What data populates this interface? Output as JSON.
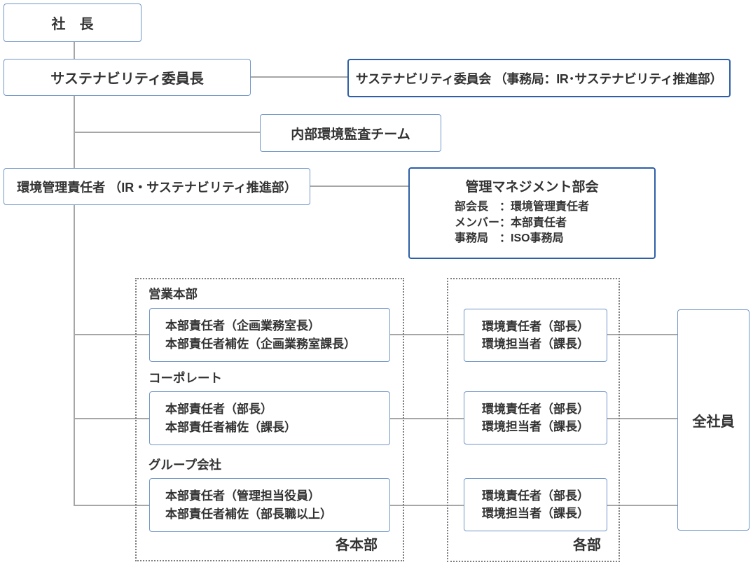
{
  "nodes": {
    "president": "社　長",
    "chair": "サステナビリティ委員長",
    "committee": "サステナビリティ委員会 （事務局：IR･サステナビリティ推進部）",
    "audit_team": "内部環境監査チーム",
    "env_manager": "環境管理責任者 （IR・サステナビリティ推進部）",
    "subcommittee_title": "管理マネジメント部会",
    "subcommittee_lines": [
      "部会長　：環境管理責任者",
      "メンバー：本部責任者",
      "事務局　：ISO事務局"
    ],
    "all_employees": "全社員"
  },
  "groups": [
    {
      "label": "営業本部",
      "hq_line1": "本部責任者（企画業務室長）",
      "hq_line2": "本部責任者補佐（企画業務室課長）",
      "env_line1": "環境責任者（部長）",
      "env_line2": "環境担当者（課長）"
    },
    {
      "label": "コーポレート",
      "hq_line1": "本部責任者（部長）",
      "hq_line2": "本部責任者補佐（課長）",
      "env_line1": "環境責任者（部長）",
      "env_line2": "環境担当者（課長）"
    },
    {
      "label": "グループ会社",
      "hq_line1": "本部責任者（管理担当役員）",
      "hq_line2": "本部責任者補佐（部長職以上）",
      "env_line1": "環境責任者（部長）",
      "env_line2": "環境担当者（課長）"
    }
  ],
  "container_labels": {
    "divisions": "各本部",
    "departments": "各部"
  },
  "colors": {
    "box_border": "#7096C8",
    "box_border_strong": "#2E5FA7",
    "connector": "#A6A6A6",
    "dashed_border": "#7D7D7D",
    "text": "#333333"
  }
}
